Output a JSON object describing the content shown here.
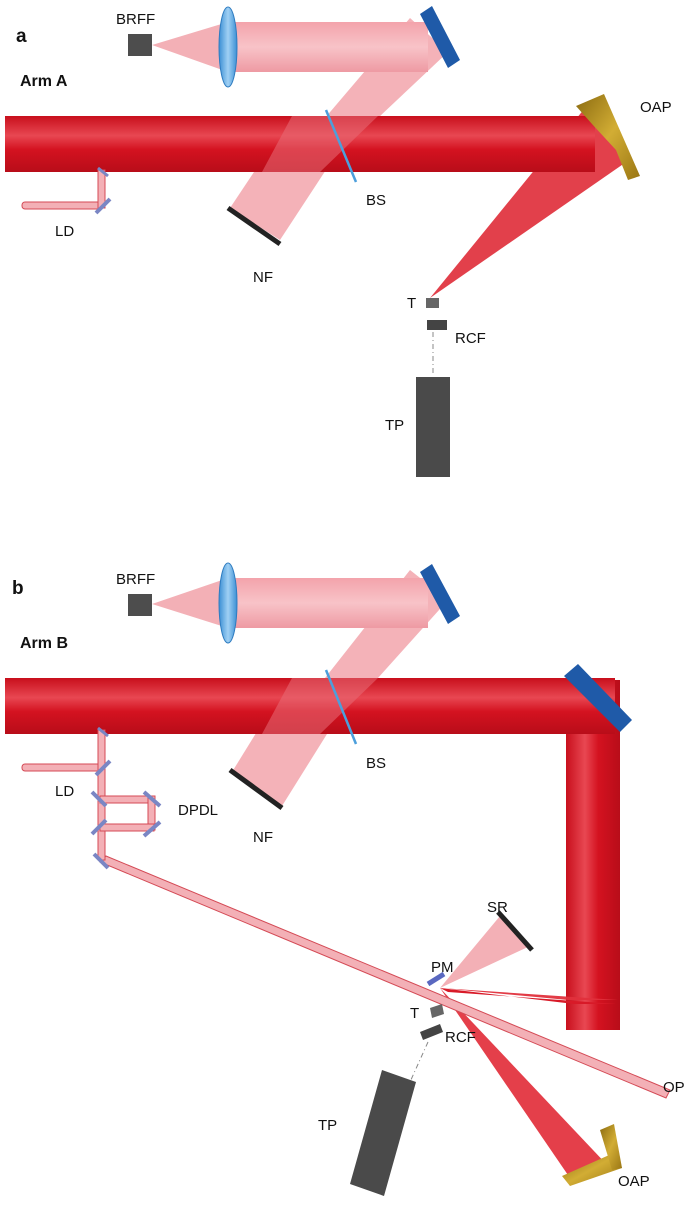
{
  "panel_a": {
    "letter": "a",
    "arm": "Arm A",
    "labels": {
      "brff": "BRFF",
      "oap": "OAP",
      "bs": "BS",
      "ld": "LD",
      "nf": "NF",
      "t": "T",
      "rcf": "RCF",
      "tp": "TP"
    }
  },
  "panel_b": {
    "letter": "b",
    "arm": "Arm B",
    "labels": {
      "brff": "BRFF",
      "bs": "BS",
      "ld": "LD",
      "dpdl": "DPDL",
      "nf": "NF",
      "sr": "SR",
      "pm": "PM",
      "t": "T",
      "rcf": "RCF",
      "tp": "TP",
      "op": "OP",
      "oap": "OAP"
    }
  },
  "colors": {
    "main_beam": "#d4111f",
    "main_beam_edge": "#e8505a",
    "diag_beam": "#f2a0a8",
    "pink_beam": "#f3b0b6",
    "mirror_blue": "#1f5aa8",
    "small_mirror": "#7a86c4",
    "lens": "#5aa8e0",
    "oap_gold": "#b8921a",
    "dark": "#4a4a4a",
    "black": "#222222"
  }
}
